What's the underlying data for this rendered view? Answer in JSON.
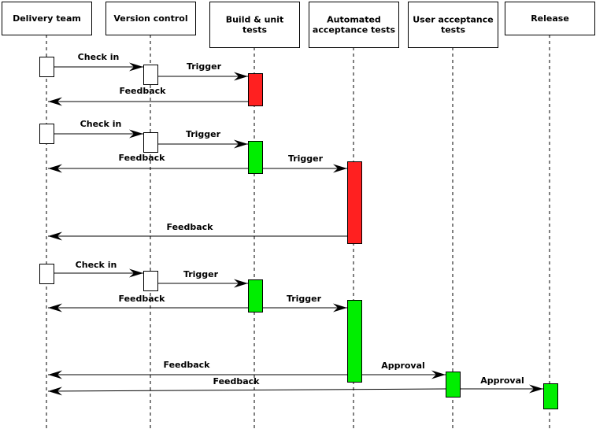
{
  "participants": [
    {
      "id": "delivery",
      "lines": [
        "Delivery team"
      ]
    },
    {
      "id": "vcs",
      "lines": [
        "Version control"
      ]
    },
    {
      "id": "build",
      "lines": [
        "Build & unit",
        "tests"
      ]
    },
    {
      "id": "aat",
      "lines": [
        "Automated",
        "acceptance tests"
      ]
    },
    {
      "id": "uat",
      "lines": [
        "User acceptance",
        "tests"
      ]
    },
    {
      "id": "release",
      "lines": [
        "Release"
      ]
    }
  ],
  "activations": [
    {
      "on": "delivery",
      "status": "neutral"
    },
    {
      "on": "vcs",
      "status": "neutral"
    },
    {
      "on": "build",
      "status": "fail"
    },
    {
      "on": "delivery",
      "status": "neutral"
    },
    {
      "on": "vcs",
      "status": "neutral"
    },
    {
      "on": "build",
      "status": "pass"
    },
    {
      "on": "aat",
      "status": "fail"
    },
    {
      "on": "delivery",
      "status": "neutral"
    },
    {
      "on": "vcs",
      "status": "neutral"
    },
    {
      "on": "build",
      "status": "pass"
    },
    {
      "on": "aat",
      "status": "pass"
    },
    {
      "on": "uat",
      "status": "pass"
    },
    {
      "on": "release",
      "status": "pass"
    }
  ],
  "messages": [
    {
      "from": "delivery",
      "to": "vcs",
      "label": "Check in"
    },
    {
      "from": "vcs",
      "to": "build",
      "label": "Trigger"
    },
    {
      "from": "build",
      "to": "delivery",
      "label": "Feedback"
    },
    {
      "from": "delivery",
      "to": "vcs",
      "label": "Check in"
    },
    {
      "from": "vcs",
      "to": "build",
      "label": "Trigger"
    },
    {
      "from": "build",
      "to": "delivery",
      "label": "Feedback"
    },
    {
      "from": "build",
      "to": "aat",
      "label": "Trigger"
    },
    {
      "from": "aat",
      "to": "delivery",
      "label": "Feedback"
    },
    {
      "from": "delivery",
      "to": "vcs",
      "label": "Check in"
    },
    {
      "from": "vcs",
      "to": "build",
      "label": "Trigger"
    },
    {
      "from": "build",
      "to": "delivery",
      "label": "Feedback"
    },
    {
      "from": "build",
      "to": "aat",
      "label": "Trigger"
    },
    {
      "from": "aat",
      "to": "delivery",
      "label": "Feedback"
    },
    {
      "from": "aat",
      "to": "uat",
      "label": "Approval"
    },
    {
      "from": "uat",
      "to": "delivery",
      "label": "Feedback"
    },
    {
      "from": "uat",
      "to": "release",
      "label": "Approval"
    }
  ],
  "colors": {
    "pass": "#00ee00",
    "fail": "#ff2020",
    "neutral": "#ffffff",
    "stroke": "#000000"
  }
}
